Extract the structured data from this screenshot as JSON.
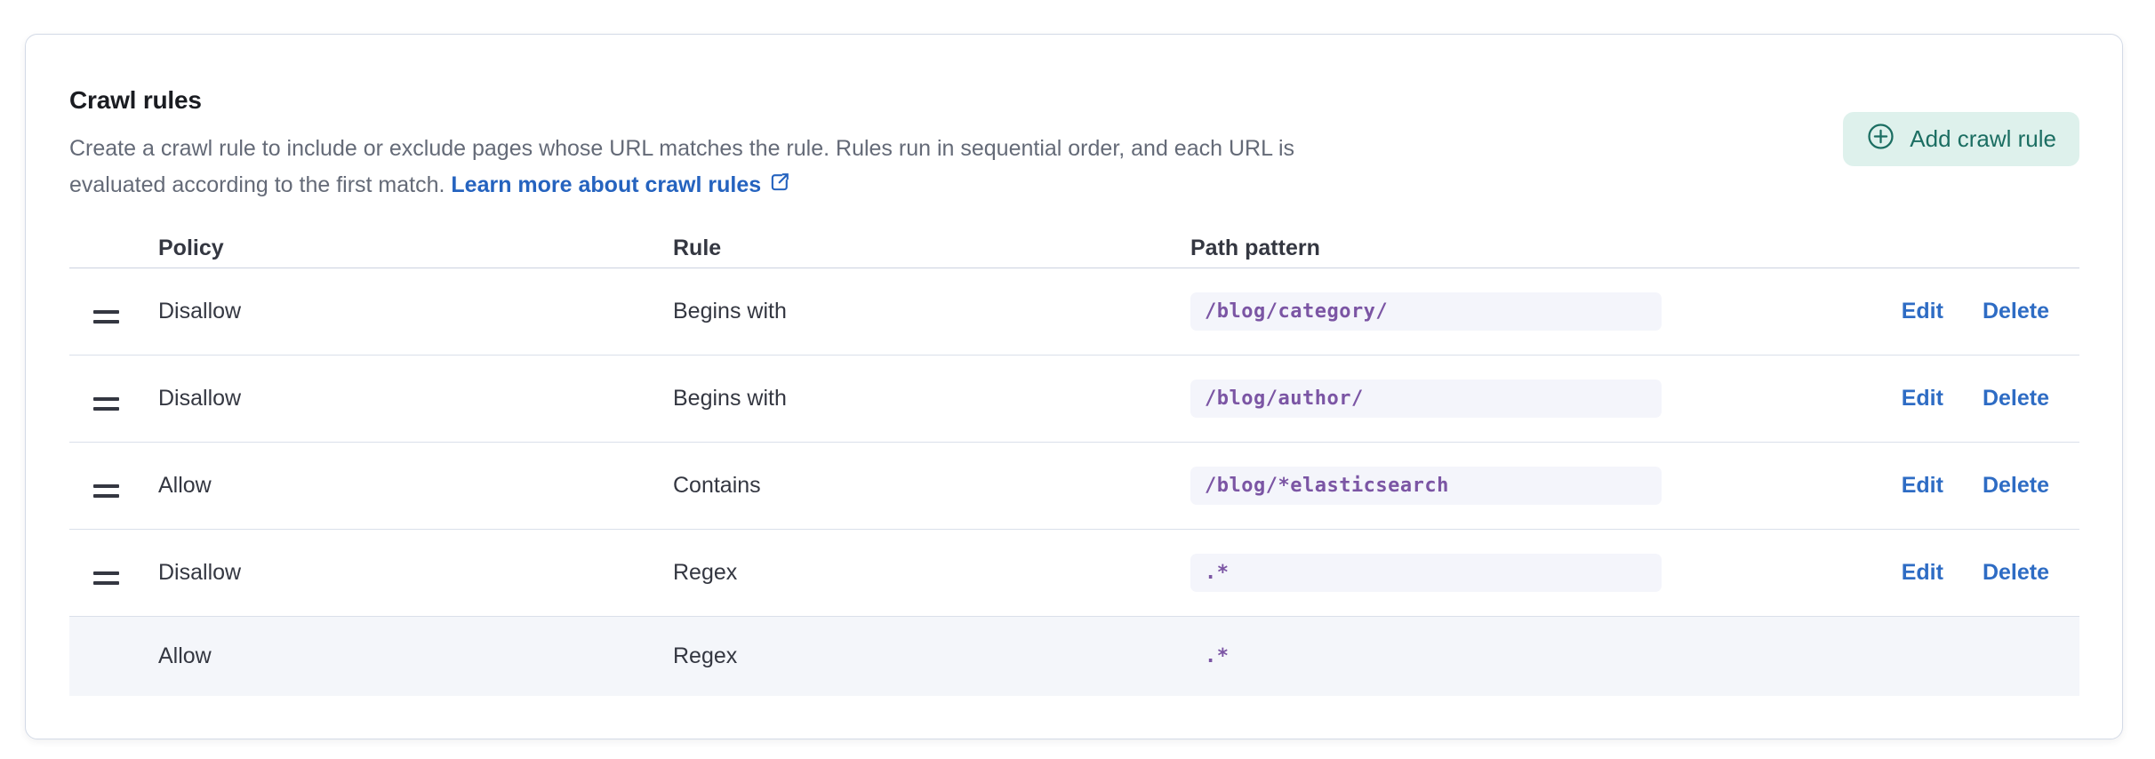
{
  "panel": {
    "title": "Crawl rules",
    "description_line1": "Create a crawl rule to include or exclude pages whose URL matches the rule. Rules run in sequential order, and each URL is",
    "description_line2": "evaluated according to the first match. ",
    "learn_more_label": "Learn more about crawl rules",
    "add_button_label": "Add crawl rule"
  },
  "table": {
    "headers": {
      "policy": "Policy",
      "rule": "Rule",
      "path": "Path pattern"
    },
    "edit_label": "Edit",
    "delete_label": "Delete",
    "rows": [
      {
        "policy": "Disallow",
        "rule": "Begins with",
        "path": "/blog/category/",
        "draggable": true,
        "has_actions": true,
        "default": false
      },
      {
        "policy": "Disallow",
        "rule": "Begins with",
        "path": "/blog/author/",
        "draggable": true,
        "has_actions": true,
        "default": false
      },
      {
        "policy": "Allow",
        "rule": "Contains",
        "path": "/blog/*elasticsearch",
        "draggable": true,
        "has_actions": true,
        "default": false
      },
      {
        "policy": "Disallow",
        "rule": "Regex",
        "path": ".*",
        "draggable": true,
        "has_actions": true,
        "default": false
      },
      {
        "policy": "Allow",
        "rule": "Regex",
        "path": ".*",
        "draggable": false,
        "has_actions": false,
        "default": true
      }
    ]
  },
  "colors": {
    "accent_button_bg": "#DEF1EC",
    "accent_button_text": "#1B6E62",
    "link_blue": "#2563BF",
    "action_blue": "#2E6CC4",
    "code_purple": "#7B55A4",
    "code_bg": "#F4F5FB",
    "row_default_bg": "#F4F6FA",
    "separator": "#DAE0EA",
    "panel_border": "#D3DAE6",
    "text_dark": "#343741",
    "text_muted": "#646A77"
  }
}
